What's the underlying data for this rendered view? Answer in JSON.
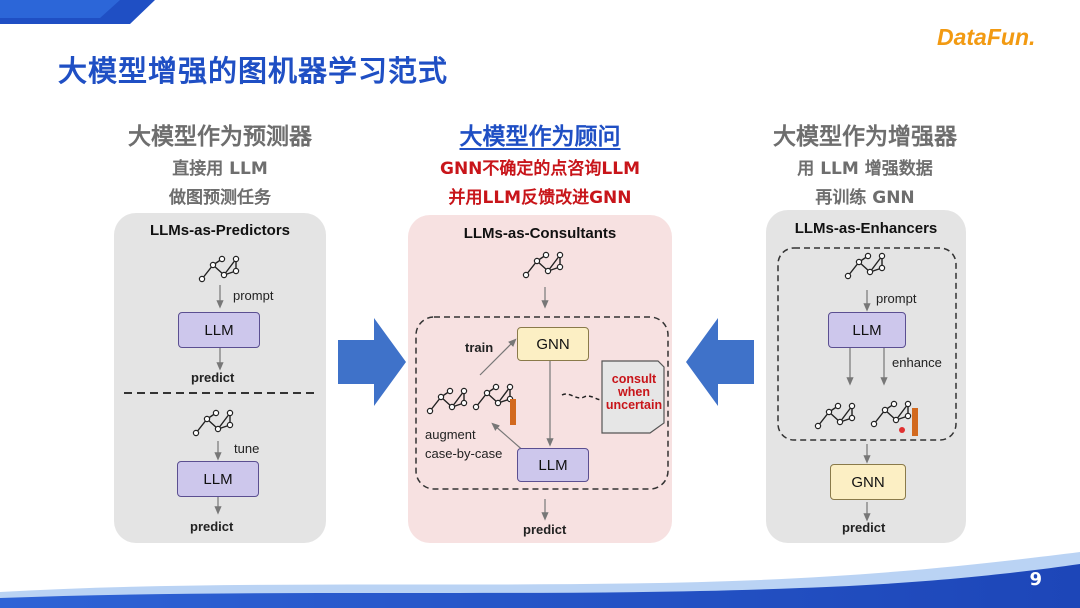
{
  "slide": {
    "title": "大模型增强的图机器学习范式",
    "logo": "DataFun.",
    "page_number": "9"
  },
  "columns": [
    {
      "heading": "大模型作为预测器",
      "line1": "直接用 LLM",
      "line2": "做图预测任务",
      "panel_title": "LLMs-as-Predictors",
      "box1": "LLM",
      "label_prompt": "prompt",
      "label_predict1": "predict",
      "label_tune": "tune",
      "box2": "LLM",
      "label_predict2": "predict"
    },
    {
      "heading": "大模型作为顾问",
      "line1": "GNN不确定的点咨询LLM",
      "line2": "并用LLM反馈改进GNN",
      "panel_title": "LLMs-as-Consultants",
      "gnn_box": "GNN",
      "llm_box": "LLM",
      "label_train": "train",
      "label_augment": "augment",
      "label_case": "case-by-case",
      "consult_line1": "consult",
      "consult_line2": "when",
      "consult_line3": "uncertain",
      "label_predict": "predict"
    },
    {
      "heading": "大模型作为增强器",
      "line1": "用 LLM 增强数据",
      "line2": "再训练 GNN",
      "panel_title": "LLMs-as-Enhancers",
      "llm_box": "LLM",
      "gnn_box": "GNN",
      "label_prompt": "prompt",
      "label_enhance": "enhance",
      "label_predict": "predict"
    }
  ],
  "colors": {
    "title_blue": "#1f4fc4",
    "accent_red": "#c8151a",
    "arrow_blue": "#3f72c9",
    "gray_panel": "#e4e4e4",
    "pink_panel": "#f7e1e1"
  }
}
